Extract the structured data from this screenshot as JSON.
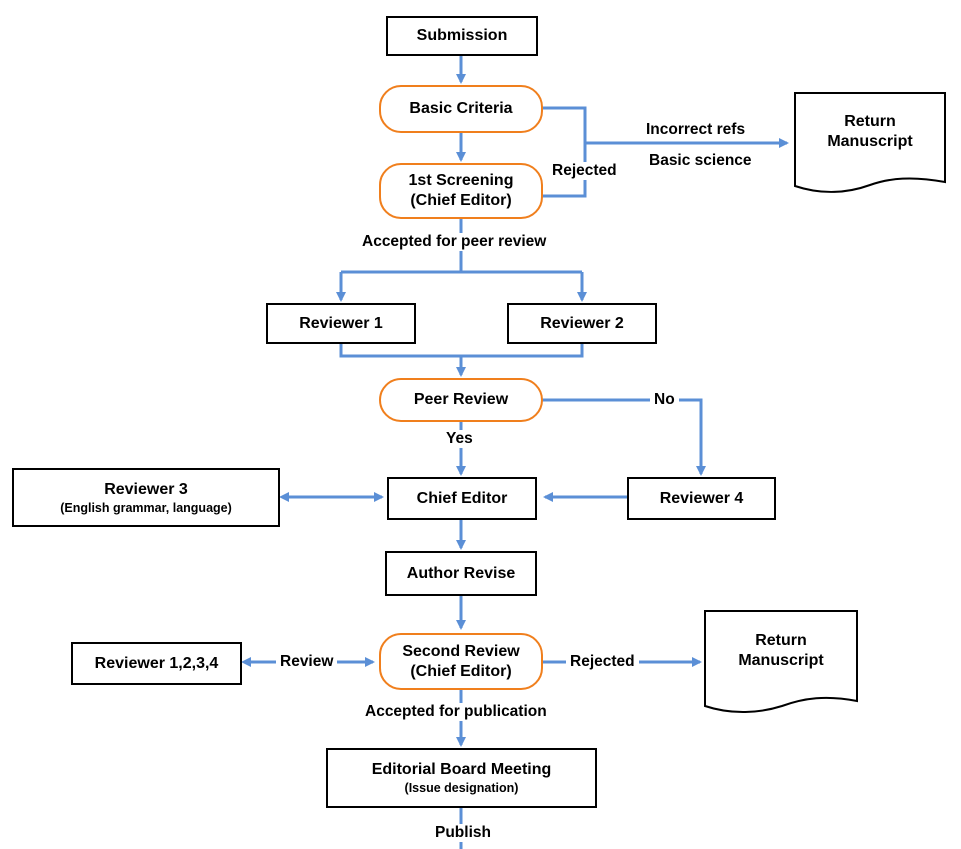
{
  "nodes": {
    "submission": "Submission",
    "basic_criteria": "Basic Criteria",
    "first_screening": {
      "line1": "1st Screening",
      "line2": "(Chief Editor)"
    },
    "reviewer1": "Reviewer 1",
    "reviewer2": "Reviewer 2",
    "peer_review": "Peer Review",
    "reviewer3": {
      "line1": "Reviewer 3",
      "line2": "(English grammar, language)"
    },
    "chief_editor": "Chief Editor",
    "reviewer4": "Reviewer 4",
    "author_revise": "Author Revise",
    "reviewers_all": "Reviewer 1,2,3,4",
    "second_review": {
      "line1": "Second Review",
      "line2": "(Chief Editor)"
    },
    "editorial_board": {
      "line1": "Editorial Board Meeting",
      "line2": "(Issue designation)"
    },
    "return_top": {
      "line1": "Return",
      "line2": "Manuscript"
    },
    "return_bottom": {
      "line1": "Return",
      "line2": "Manuscript"
    }
  },
  "labels": {
    "incorrect_refs": "Incorrect refs",
    "basic_science": "Basic science",
    "rejected_top": "Rejected",
    "accepted_peer": "Accepted for peer review",
    "no": "No",
    "yes": "Yes",
    "review": "Review",
    "rejected_bottom": "Rejected",
    "accepted_pub": "Accepted for publication",
    "publish": "Publish"
  },
  "colors": {
    "arrow": "#5b8fd6",
    "pill_border": "#f07f1d",
    "box_border": "#000000"
  }
}
